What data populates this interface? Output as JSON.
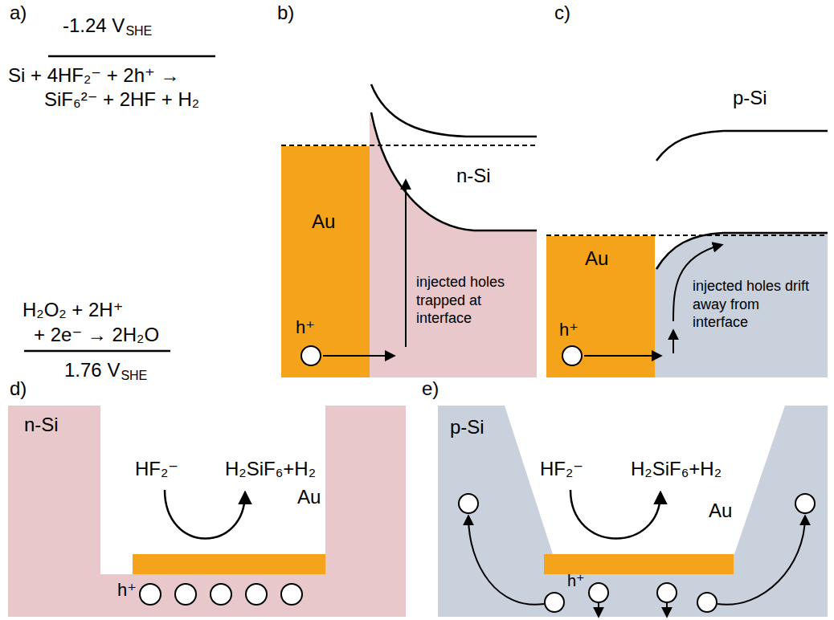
{
  "diagram": {
    "nodes": [
      {
        "text": [
          "Au",
          "h⁺"
        ]
      },
      {
        "text": [
          "Au",
          "h⁺"
        ]
      }
    ],
    "labels": [
      "a)",
      "-1.24 V",
      "SHE",
      "Si + 4HF₂⁻ + 2h⁺ →",
      "SiF₆²⁻ + 2HF + H₂",
      "H₂O₂ + 2H⁺",
      "+ 2e⁻ → 2H₂O",
      "1.76 V",
      "SHE",
      "b)",
      "n-Si",
      "injected holes trapped at interface",
      "c)",
      "p-Si",
      "injected holes drift away from interface",
      "d)",
      "n-Si",
      "HF₂⁻",
      "H₂SiF₆+H₂",
      "Au",
      "h⁺",
      "e)",
      "p-Si",
      "HF₂⁻",
      "H₂SiF₆+H₂",
      "Au",
      "h⁺"
    ]
  }
}
